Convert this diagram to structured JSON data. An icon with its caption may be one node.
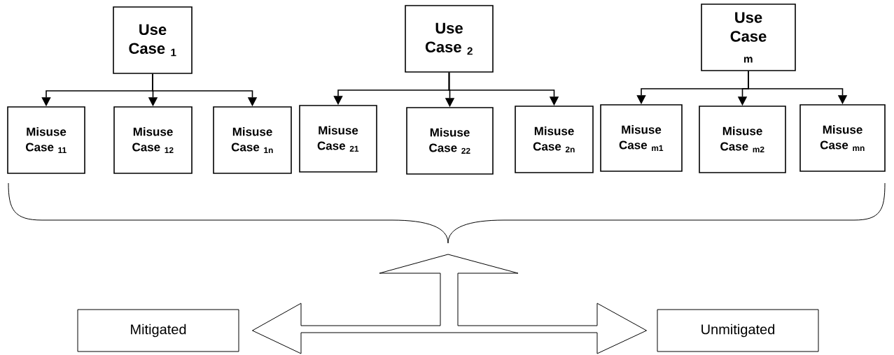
{
  "diagram": {
    "nodes": [
      {
        "text": [
          "Use Case $_{1}$"
        ]
      },
      {
        "text": [
          "Misuse Case $_{11}$"
        ]
      },
      {
        "text": [
          "Misuse Case $_{12}$"
        ]
      },
      {
        "text": [
          "Misuse Case $_{1n}$"
        ]
      },
      {
        "text": [
          "Use Case $_{2}$"
        ]
      },
      {
        "text": [
          "Misuse Case $_{21}$"
        ]
      },
      {
        "text": [
          "Misuse Case $_{22}$"
        ]
      },
      {
        "text": [
          "Misuse Case $_{2n}$"
        ]
      },
      {
        "text": [
          "Use Case $_{m}$"
        ]
      },
      {
        "text": [
          "Misuse Case $_{m1}$"
        ]
      },
      {
        "text": [
          "Misuse Case $_{m2}$"
        ]
      },
      {
        "text": [
          "Misuse Case $_{mn}$"
        ]
      },
      {
        "text": [
          "Mitigated"
        ]
      },
      {
        "text": [
          "Unmitigated"
        ]
      }
    ],
    "edges": [
      {
        "from": 0,
        "to": 1,
        "arrow": "to"
      },
      {
        "from": 0,
        "to": 2,
        "arrow": "to"
      },
      {
        "from": 0,
        "to": 3,
        "arrow": "to"
      },
      {
        "from": 4,
        "to": 5,
        "arrow": "to"
      },
      {
        "from": 4,
        "to": 6,
        "arrow": "to"
      },
      {
        "from": 4,
        "to": 7,
        "arrow": "to"
      },
      {
        "from": 8,
        "to": 9,
        "arrow": "to"
      },
      {
        "from": 8,
        "to": 10,
        "arrow": "to"
      },
      {
        "from": 8,
        "to": 11,
        "arrow": "to"
      },
      {
        "from": 12,
        "to": 13,
        "arrow": "both"
      }
    ]
  }
}
